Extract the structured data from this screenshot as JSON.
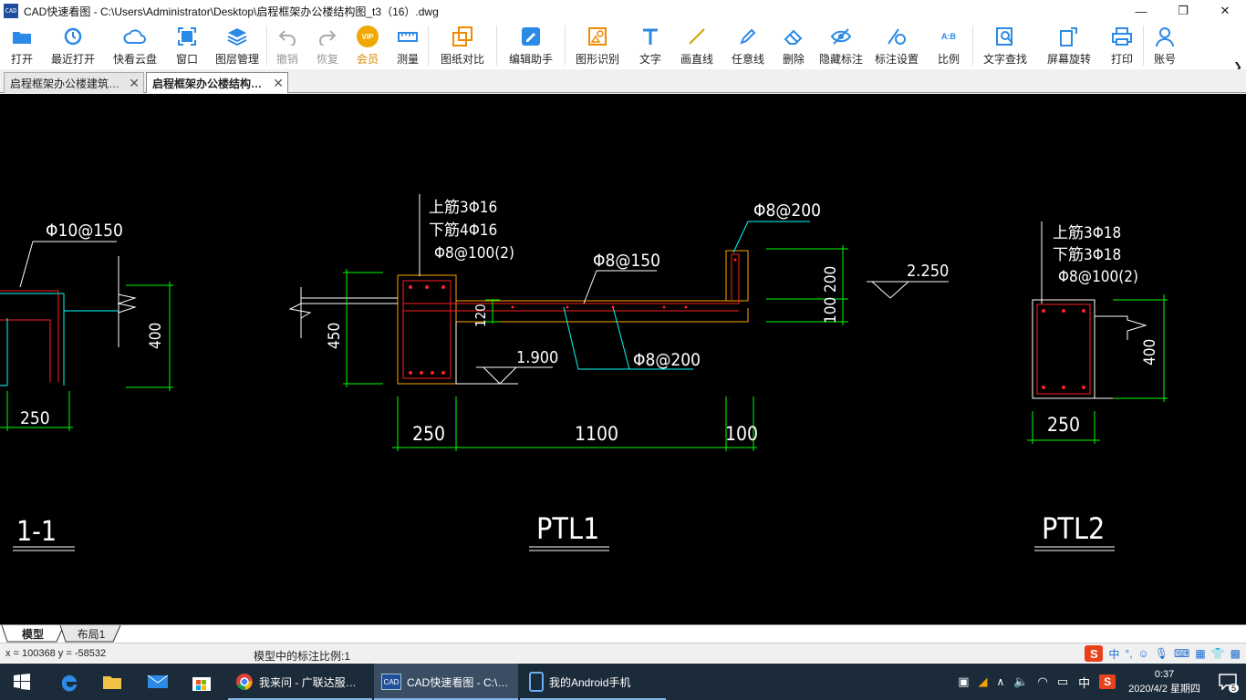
{
  "window": {
    "app_icon_text": "CAD",
    "title": "CAD快速看图 - C:\\Users\\Administrator\\Desktop\\启程框架办公楼结构图_t3（16）.dwg",
    "minimize": "—",
    "maximize": "❐",
    "close": "✕"
  },
  "toolbar": {
    "open": "打开",
    "recent": "最近打开",
    "cloud": "快看云盘",
    "window": "窗口",
    "layers": "图层管理",
    "undo": "撤销",
    "redo": "恢复",
    "vip_badge": "VIP",
    "vip": "会员",
    "measure": "测量",
    "compare": "图纸对比",
    "edit_helper": "编辑助手",
    "shape_recognize": "图形识别",
    "text": "文字",
    "line": "画直线",
    "freeline": "任意线",
    "delete": "删除",
    "hide_dim": "隐藏标注",
    "dim_settings": "标注设置",
    "scale_badge": "A:B",
    "scale": "比例",
    "find_text": "文字查找",
    "rotate_screen": "屏幕旋转",
    "print": "打印",
    "account": "账号",
    "more": "❯"
  },
  "doc_tabs": [
    {
      "label": "启程框架办公楼建筑…",
      "close": "✕"
    },
    {
      "label": "启程框架办公楼结构…",
      "close": "✕"
    }
  ],
  "drawing": {
    "s1_rebar": "Φ10@150",
    "s1_height": "400",
    "s1_width": "250",
    "s1_title": "1-1",
    "ptl1_top": "上筋3Φ16",
    "ptl1_bottom": "下筋4Φ16",
    "ptl1_stirrup": "Φ8@100(2)",
    "ptl1_slab": "Φ8@150",
    "ptl1_upright": "Φ8@200",
    "ptl1_bottom_rebar": "Φ8@200",
    "ptl1_height": "450",
    "ptl1_slab_thick": "120",
    "ptl1_elev_low": "1.900",
    "ptl1_elev_high": "2.250",
    "ptl1_dim200": "200",
    "ptl1_dim100": "100",
    "ptl1_w250": "250",
    "ptl1_w1100": "1100",
    "ptl1_w100": "100",
    "ptl1_title": "PTL1",
    "ptl2_top": "上筋3Φ18",
    "ptl2_bottom": "下筋3Φ18",
    "ptl2_stirrup": "Φ8@100(2)",
    "ptl2_height": "400",
    "ptl2_width": "250",
    "ptl2_title": "PTL2"
  },
  "layout_tabs": [
    "模型",
    "布局1"
  ],
  "status": {
    "coords": "x = 100368  y = -58532",
    "scale": "模型中的标注比例:1",
    "ime_logo": "S",
    "ime_mode": "中",
    "ime_punct": "°,"
  },
  "taskbar": {
    "apps": [
      {
        "label": "我来问 - 广联达服…"
      },
      {
        "label": "CAD快速看图 - C:\\…"
      },
      {
        "label": "我的Android手机"
      }
    ],
    "tray_ime": "中",
    "time": "0:37",
    "date": "2020/4/2 星期四",
    "notif_count": "5"
  }
}
